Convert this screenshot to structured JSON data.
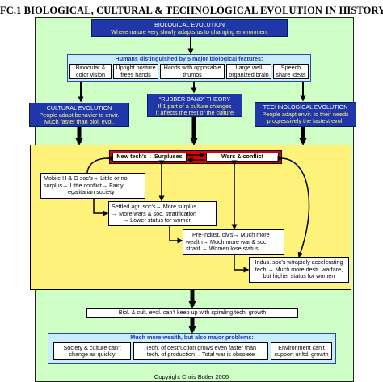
{
  "title": "FC.1 BIOLOGICAL, CULTURAL & TECHNOLOGICAL EVOLUTION IN HISTORY",
  "bio_evolution": {
    "heading": "BIOLOGICAL EVOLUTION",
    "subtitle": "Where nature very slowly adapts us to changing environment"
  },
  "features": {
    "heading": "Humans distinguished by 5 major biological features:",
    "items": [
      "Binocular & color vision",
      "Upright posture frees hands",
      "Hands with opposable thumbs",
      "Large well organized brain",
      "Speech share ideas"
    ]
  },
  "cultural": {
    "heading": "CULTURAL EVOLUTION",
    "line1": "People adapt behavior to envir.",
    "line2": "Much faster than biol. evol."
  },
  "rubber_band": {
    "heading": "“RUBBER BAND” THEORY",
    "line1": "If 1 part of a culture changes",
    "line2": "it affects the rest of the culture"
  },
  "technological": {
    "heading": "TECHNOLOGICAL EVOLUTION",
    "line1": "People adapt envir. to their needs",
    "line2": "progressively the fastest evol."
  },
  "cycle": {
    "left": "New tech's→ Surpluses",
    "right": "Wars & conflict"
  },
  "stages": [
    [
      "Mobile H & G soc's→ Little or no",
      "surplus→ Little conflict→ Fairly",
      "egalitarian society"
    ],
    [
      "Settled agr. soc's→ More surplus",
      "→ More wars & soc. stratification",
      "→ Lower status for women"
    ],
    [
      "Pre-indust. civ's→ Much more",
      "wealth→ Much more war & soc.",
      "stratif.→ Women lose status"
    ],
    [
      "Indus. soc's w/rapidly accelerating",
      "tech.→ Much more destr. warfare,",
      "but higher status for women"
    ]
  ],
  "bottom_note": "Biol. & cult. evol. can’t keep up with spiraling tech. growth",
  "problems": {
    "heading": "Much more wealth, but also major problems:",
    "items": [
      [
        "Society & culture can’t",
        "change as quickly"
      ],
      [
        "Tech. of destruction grows even faster than",
        "tech. of production→ Total war is obsolete"
      ],
      [
        "Environment can’t",
        "support unltd. growth"
      ]
    ]
  },
  "copyright": "Copyright Chris Butler 2006"
}
